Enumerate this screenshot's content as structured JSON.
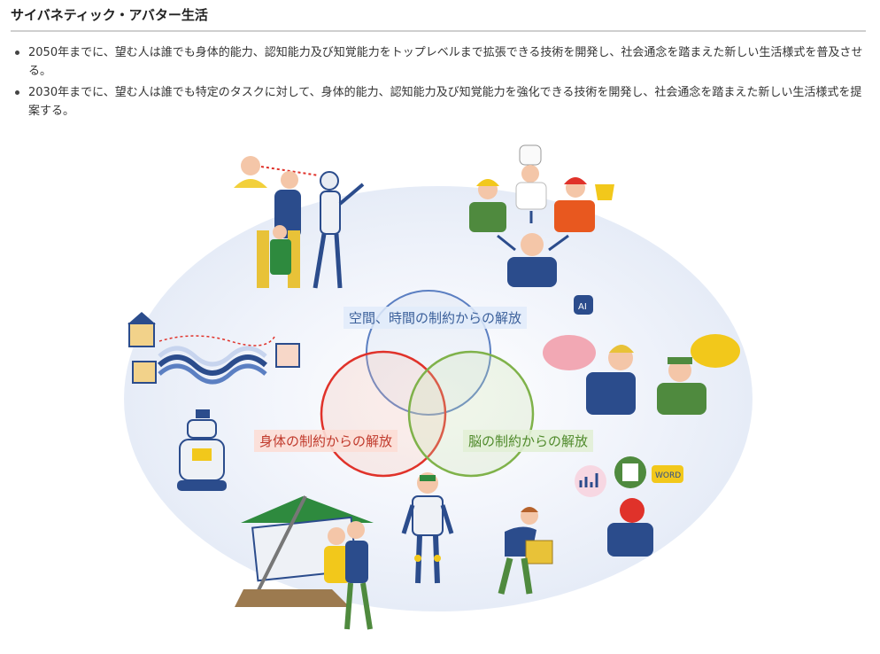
{
  "page": {
    "title": "サイバネティック・アバター生活",
    "bullets": [
      "2050年までに、望む人は誰でも身体的能力、認知能力及び知覚能力をトップレベルまで拡張できる技術を開発し、社会通念を踏まえた新しい生活様式を普及させる。",
      "2030年までに、望む人は誰でも特定のタスクに対して、身体的能力、認知能力及び知覚能力を強化できる技術を開発し、社会通念を踏まえた新しい生活様式を提案する。"
    ]
  },
  "diagram": {
    "circles": {
      "space": "空間、時間の制約からの解放",
      "body": "身体の制約からの解放",
      "brain": "脳の制約からの解放"
    },
    "colors": {
      "space": "#5b7fc2",
      "body": "#e0322a",
      "brain": "#7fb24a",
      "background": "#e9eef8"
    },
    "illustration_labels": {
      "ai_head": "AI",
      "word_card": "WORD"
    },
    "icons": [
      "robot-icon",
      "chef-icon",
      "worker-icon",
      "speech-bubble-icon",
      "chart-icon",
      "brain-icon",
      "house-icon",
      "avatar-robot-icon"
    ]
  }
}
